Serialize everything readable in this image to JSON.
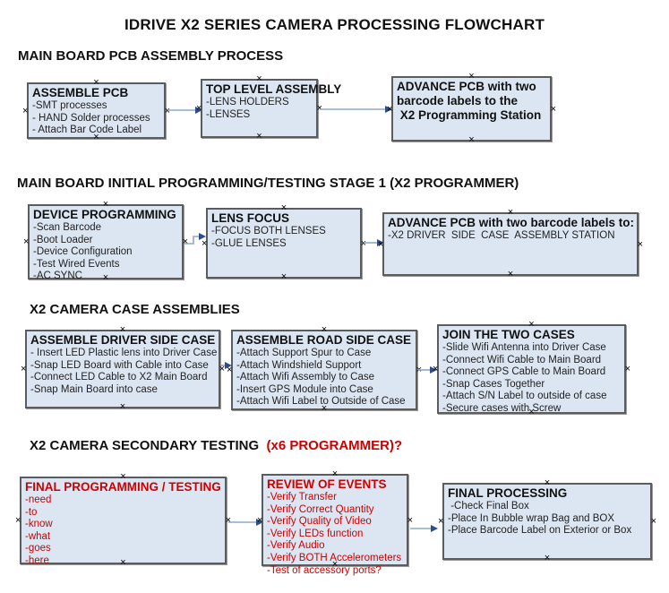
{
  "title": "IDRIVE X2  SERIES CAMERA PROCESSING FLOWCHART",
  "colors": {
    "box_fill": "#dce6f2",
    "box_border": "#5b5c5e",
    "accent_red": "#cc0000",
    "arrow_line": "#8da9c9",
    "arrow_head": "#2d4c8c"
  },
  "sections": [
    {
      "heading": "MAIN BOARD PCB ASSEMBLY PROCESS",
      "boxes": [
        {
          "title": "ASSEMBLE PCB",
          "lines": [
            "-SMT processes",
            "- HAND Solder processes",
            "- Attach Bar Code Label"
          ]
        },
        {
          "title": "TOP LEVEL ASSEMBLY",
          "lines": [
            "-LENS HOLDERS",
            "-LENSES"
          ]
        },
        {
          "title": "ADVANCE PCB with two\nbarcode labels to the\n X2 Programming Station",
          "lines": []
        }
      ]
    },
    {
      "heading": "MAIN BOARD INITIAL PROGRAMMING/TESTING STAGE 1 (X2 PROGRAMMER)",
      "boxes": [
        {
          "title": "DEVICE PROGRAMMING",
          "lines": [
            "-Scan Barcode",
            "-Boot Loader",
            "-Device Configuration",
            "-Test Wired Events",
            "-AC SYNC"
          ]
        },
        {
          "title": "LENS FOCUS",
          "lines": [
            "-FOCUS BOTH LENSES",
            "-GLUE LENSES"
          ]
        },
        {
          "title": "ADVANCE PCB with two barcode labels to:",
          "lines": [
            "-X2 DRIVER  SIDE  CASE  ASSEMBLY STATION"
          ]
        }
      ]
    },
    {
      "heading": "X2 CAMERA CASE ASSEMBLIES",
      "boxes": [
        {
          "title": "ASSEMBLE DRIVER SIDE CASE",
          "lines": [
            "- Insert LED Plastic lens into Driver Case",
            "-Snap LED Board with Cable into Case",
            "-Connect LED Cable to X2 Main Board",
            "-Snap Main Board into case"
          ]
        },
        {
          "title": "ASSEMBLE ROAD SIDE CASE",
          "lines": [
            "-Attach Support Spur to Case",
            "-Attach Windshield Support",
            "-Attach Wifi Assembly to Case",
            "-Insert GPS Module into Case",
            "-Attach Wifi Label to Outside of Case"
          ]
        },
        {
          "title": "JOIN THE TWO CASES",
          "lines": [
            "-Slide Wifi Antenna into Driver Case",
            "-Connect Wifi Cable to Main Board",
            "-Connect GPS Cable to Main Board",
            "-Snap Cases Together",
            "-Attach S/N Label to outside of case",
            "-Secure cases with Screw"
          ]
        }
      ]
    },
    {
      "heading": "X2 CAMERA SECONDARY TESTING  ",
      "heading_red": "(x6 PROGRAMMER)?",
      "boxes": [
        {
          "title": "FINAL PROGRAMMING / TESTING",
          "lines": [
            "-need",
            "-to",
            "-know",
            "-what",
            "-goes",
            "-here"
          ]
        },
        {
          "title": "REVIEW OF EVENTS",
          "lines": [
            "-Verify Transfer",
            "-Verify Correct Quantity",
            "-Verify Quality of Video",
            "-Verify LEDs function",
            "-Verify Audio",
            "-Verify BOTH Accelerometers",
            "-Test of accessory ports?"
          ]
        },
        {
          "title": "FINAL PROCESSING",
          "lines": [
            " -Check Final Box",
            "-Place In Bubble wrap Bag and BOX",
            "-Place Barcode Label on Exterior or Box"
          ]
        }
      ]
    }
  ]
}
